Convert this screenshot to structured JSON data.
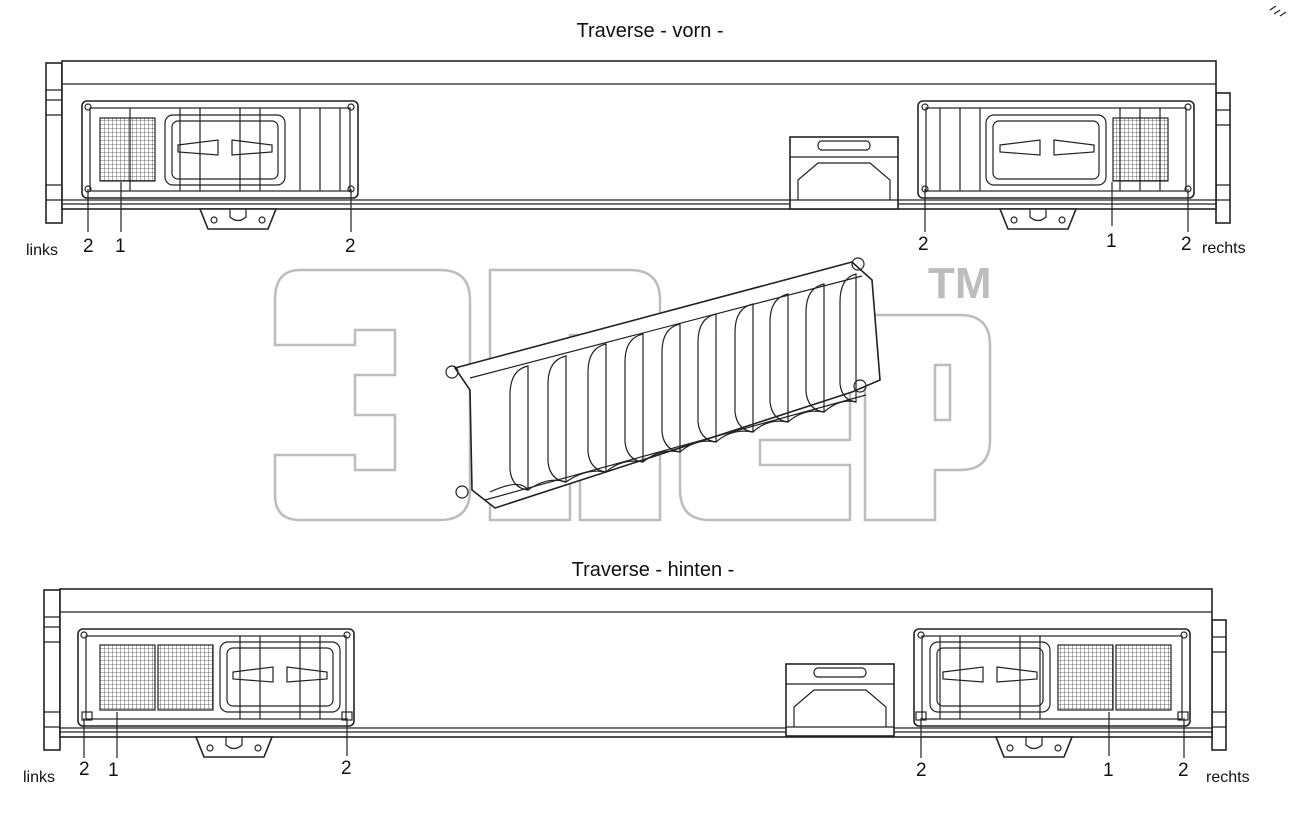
{
  "titles": {
    "front": "Traverse - vorn -",
    "rear": "Traverse - hinten -"
  },
  "side_labels": {
    "left": "links",
    "right": "rechts"
  },
  "callouts": {
    "front": [
      "2",
      "1",
      "2",
      "2",
      "1",
      "2"
    ],
    "rear": [
      "2",
      "1",
      "2",
      "2",
      "1",
      "2"
    ]
  },
  "watermark": {
    "trademark": "TM"
  },
  "colors": {
    "line": "#222222",
    "watermark": "#bdbdbd",
    "background": "#ffffff"
  }
}
